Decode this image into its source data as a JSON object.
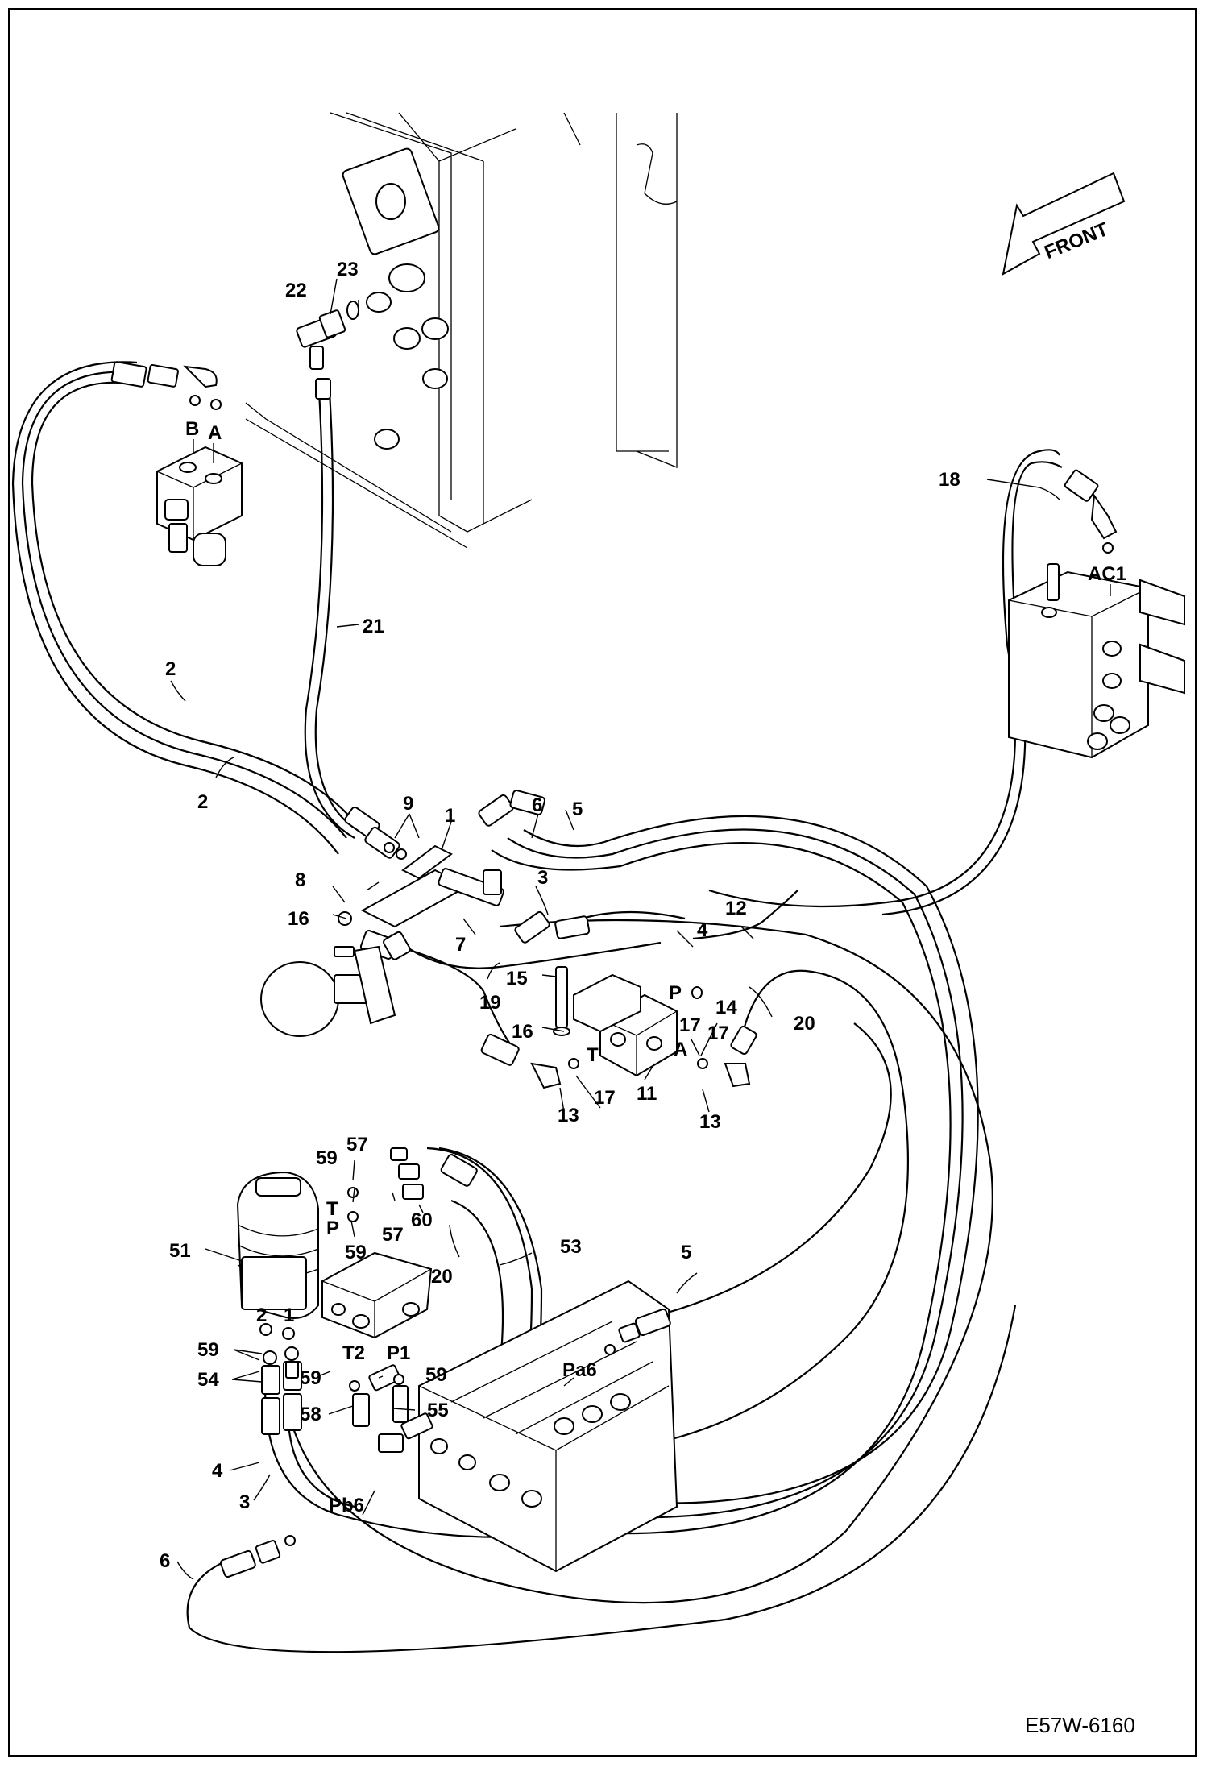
{
  "drawing_id": "E57W-6160",
  "direction_label": "FRONT",
  "callouts": {
    "c1": "1",
    "c2a": "2",
    "c2b": "2",
    "c3a": "3",
    "c3b": "3",
    "c4a": "4",
    "c4b": "4",
    "c5a": "5",
    "c5b": "5",
    "c6a": "6",
    "c6b": "6",
    "c7": "7",
    "c8": "8",
    "c9": "9",
    "c11": "11",
    "c12": "12",
    "c13a": "13",
    "c13b": "13",
    "c14": "14",
    "c15": "15",
    "c16a": "16",
    "c16b": "16",
    "c17a": "17",
    "c17b": "17",
    "c17c": "17",
    "c18": "18",
    "c19": "19",
    "c20a": "20",
    "c20b": "20",
    "c21": "21",
    "c22": "22",
    "c23": "23",
    "c51": "51",
    "c53": "53",
    "c54": "54",
    "c55": "55",
    "c57a": "57",
    "c57b": "57",
    "c58": "58",
    "c59a": "59",
    "c59b": "59",
    "c59c": "59",
    "c59d": "59",
    "c59e": "59",
    "c60": "60"
  },
  "port_labels": {
    "pB": "B",
    "pA": "A",
    "pAC1": "AC1",
    "pP": "P",
    "pT": "T",
    "pA2": "A",
    "pT1": "T",
    "pP1": "P",
    "pT2": "T2",
    "pP1b": "P1",
    "p2": "2",
    "p1": "1",
    "pPa6": "Pa6",
    "pPb6": "Pb6"
  }
}
